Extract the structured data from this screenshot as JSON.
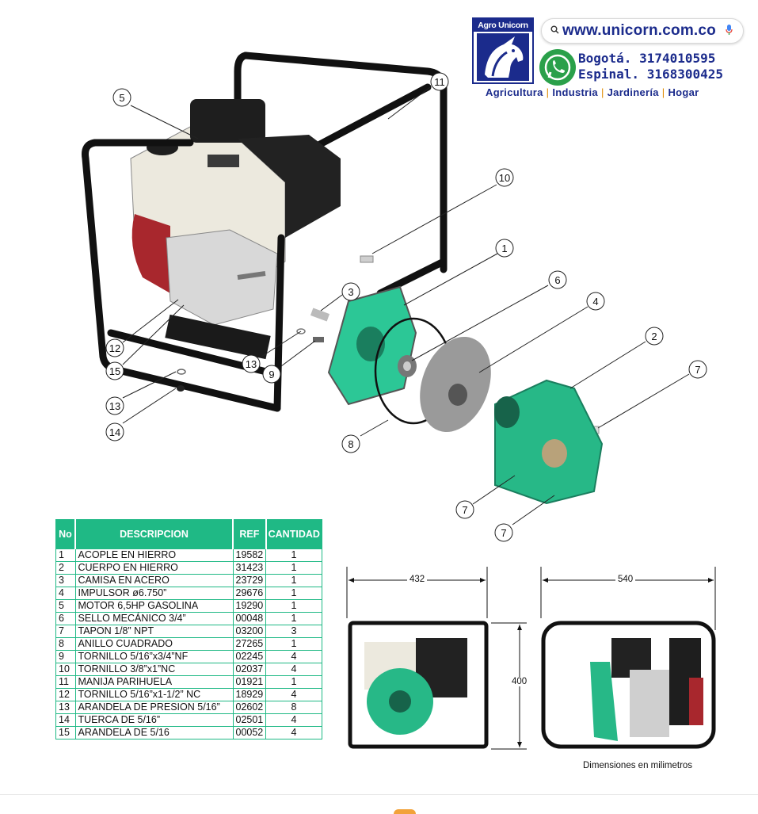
{
  "brand": {
    "logo_text": "Agro Unicorn",
    "url": "www.unicorn.com.co",
    "phones": [
      "Bogotá. 3174010595",
      "Espinal. 3168300425"
    ],
    "tagline": [
      "Agricultura",
      "Industria",
      "Jardinería",
      "Hogar"
    ],
    "colors": {
      "brand_blue": "#1b2b8c",
      "accent_orange": "#e08a00",
      "table_green": "#1fb985",
      "whatsapp_green": "#2aa04a"
    }
  },
  "diagram": {
    "callouts": [
      "5",
      "11",
      "10",
      "1",
      "3",
      "6",
      "4",
      "2",
      "7",
      "12",
      "15",
      "13",
      "9",
      "13",
      "14",
      "8",
      "7",
      "7"
    ]
  },
  "table": {
    "headers": [
      "No",
      "DESCRIPCION",
      "REF",
      "CANTIDAD"
    ],
    "rows": [
      [
        "1",
        "ACOPLE EN HIERRO",
        "19582",
        "1"
      ],
      [
        "2",
        "CUERPO EN HIERRO",
        "31423",
        "1"
      ],
      [
        "3",
        "CAMISA EN ACERO",
        "23729",
        "1"
      ],
      [
        "4",
        "IMPULSOR ø6.750”",
        "29676",
        "1"
      ],
      [
        "5",
        "MOTOR 6,5HP GASOLINA",
        "19290",
        "1"
      ],
      [
        "6",
        "SELLO MECÁNICO 3/4”",
        "00048",
        "1"
      ],
      [
        "7",
        "TAPON 1/8” NPT",
        "03200",
        "3"
      ],
      [
        "8",
        "ANILLO CUADRADO",
        "27265",
        "1"
      ],
      [
        "9",
        "TORNILLO 5/16”x3/4”NF",
        "02245",
        "4"
      ],
      [
        "10",
        "TORNILLO 3/8”x1”NC",
        "02037",
        "4"
      ],
      [
        "11",
        "MANIJA PARIHUELA",
        "01921",
        "1"
      ],
      [
        "12",
        "TORNILLO 5/16”x1-1/2” NC",
        "18929",
        "4"
      ],
      [
        "13",
        "ARANDELA DE PRESION 5/16”",
        "02602",
        "8"
      ],
      [
        "14",
        "TUERCA DE 5/16”",
        "02501",
        "4"
      ],
      [
        "15",
        "ARANDELA DE 5/16",
        "00052",
        "4"
      ]
    ]
  },
  "dimensions": {
    "front_width": "432",
    "height": "400",
    "side_width": "540",
    "note": "Dimensiones en milimetros"
  }
}
